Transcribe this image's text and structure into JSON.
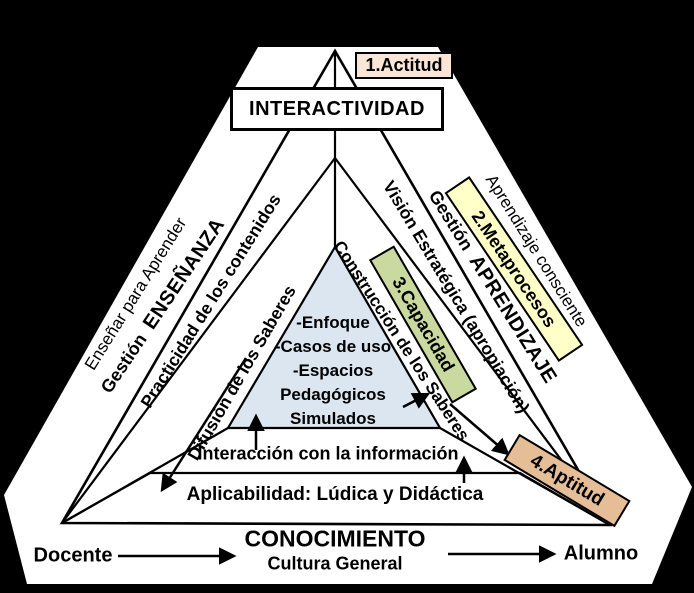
{
  "diagram": {
    "title_box": "INTERACTIVIDAD",
    "boxes": {
      "actitud": {
        "label": "1.Actitud",
        "fill": "#fbe5d6"
      },
      "metaprocesos": {
        "label": "2.Metaprocesos",
        "fill": "#ffffc8"
      },
      "capacidad": {
        "label": "3.Capacidad",
        "fill": "#c9d9a0"
      },
      "aptitud": {
        "label": "4.Aptitud",
        "fill": "#e5bd97"
      }
    },
    "left_side": {
      "outer_label": "Enseñar para Aprender",
      "gestion": "Gestión",
      "ensenanza": "ENSEÑANZA",
      "practicidad": "Practicidad de los contenidos",
      "difusion": "Difusión de los Saberes"
    },
    "right_side": {
      "outer_label": "Aprendizaje consciente",
      "gestion": "Gestión",
      "aprendizaje": "APRENDIZAJE",
      "vision": "Visión Estratégica (apropiación)",
      "construccion": "Construcción de los Saberes"
    },
    "center_triangle": {
      "fill": "#dce6f1",
      "items": [
        "-Enfoque",
        "-Casos de uso",
        "-Espacios",
        "Pedagógicos",
        "Simulados"
      ]
    },
    "bottom": {
      "interaccion": "Interacción con la información",
      "aplicabilidad": "Aplicabilidad: Lúdica y Didáctica",
      "conocimiento": "CONOCIMIENTO",
      "cultura": "Cultura General",
      "docente": "Docente",
      "alumno": "Alumno"
    },
    "colors": {
      "background": "#000000",
      "panel": "#ffffff",
      "line": "#000000"
    }
  }
}
